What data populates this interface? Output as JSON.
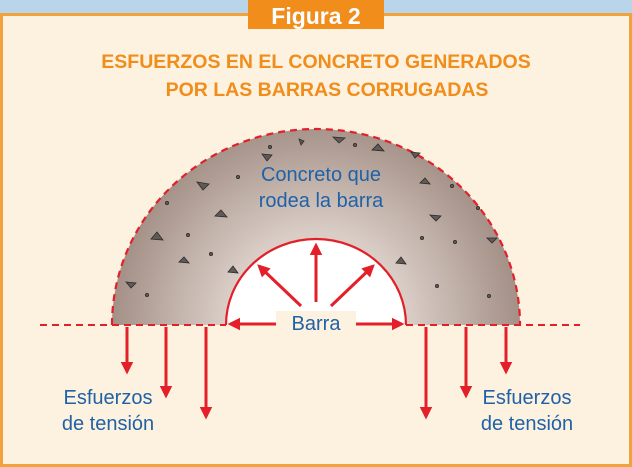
{
  "figure": {
    "tab_label": "Figura 2",
    "title_line1": "ESFUERZOS EN EL CONCRETO GENERADOS",
    "title_line2": "POR LAS BARRAS CORRUGADAS"
  },
  "labels": {
    "concrete_line1": "Concreto que",
    "concrete_line2": "rodea la barra",
    "bar": "Barra",
    "tension_left_line1": "Esfuerzos",
    "tension_left_line2": "de tensión",
    "tension_right_line1": "Esfuerzos",
    "tension_right_line2": "de tensión"
  },
  "colors": {
    "frame_border": "#f2a23a",
    "tab_fill": "#f08d1b",
    "title_text": "#f08d1b",
    "panel_background": "#fdf1df",
    "label_text": "#1f62a7",
    "arrow_and_outline": "#e3202a",
    "concrete_fill": "#bcaba2"
  }
}
